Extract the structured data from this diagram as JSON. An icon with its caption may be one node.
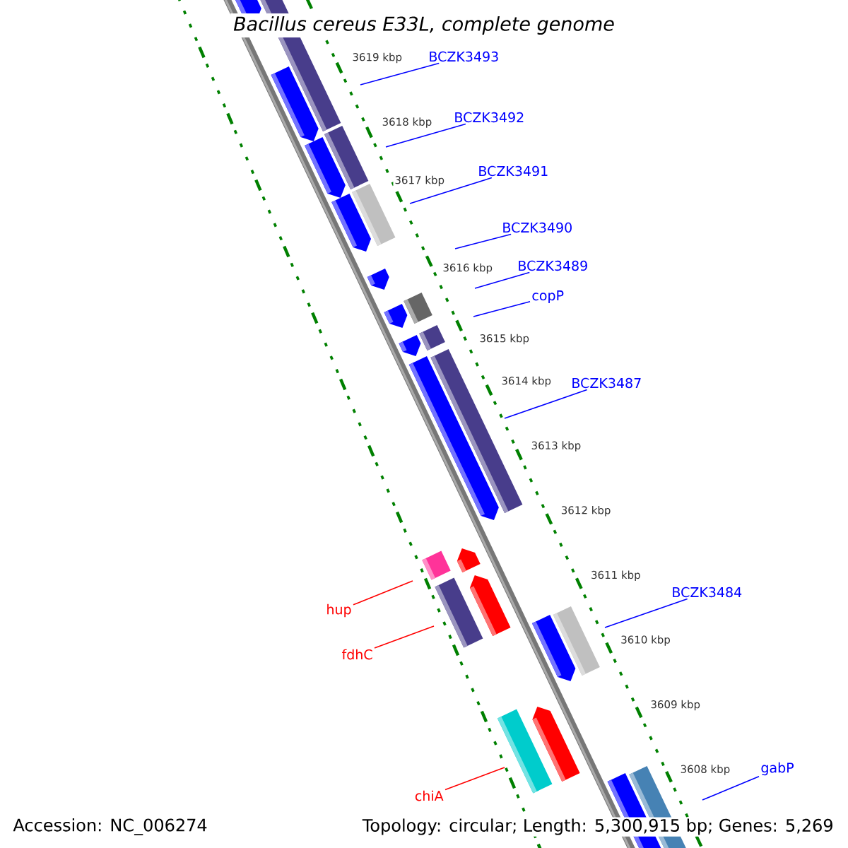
{
  "diagram": {
    "title": "Bacillus cereus E33L, complete genome",
    "nodes": [
      {
        "text": [
          "BCZK3493"
        ]
      },
      {
        "text": [
          "BCZK3492"
        ]
      },
      {
        "text": [
          "BCZK3491"
        ]
      },
      {
        "text": [
          "BCZK3490"
        ]
      },
      {
        "text": [
          "BCZK3489"
        ]
      },
      {
        "text": [
          "copP"
        ]
      },
      {
        "text": [
          "BCZK3487"
        ]
      },
      {
        "text": [
          "BCZK3484"
        ]
      },
      {
        "text": [
          "hup"
        ]
      },
      {
        "text": [
          "fdhC"
        ]
      },
      {
        "text": [
          "gabP"
        ]
      },
      {
        "text": [
          "chiA"
        ]
      }
    ],
    "edges": [
      {
        "from": 0,
        "to": null,
        "arrow": "none"
      },
      {
        "from": 1,
        "to": null,
        "arrow": "none"
      },
      {
        "from": 2,
        "to": null,
        "arrow": "none"
      },
      {
        "from": 3,
        "to": null,
        "arrow": "none"
      },
      {
        "from": 4,
        "to": null,
        "arrow": "none"
      },
      {
        "from": 5,
        "to": null,
        "arrow": "none"
      },
      {
        "from": 6,
        "to": null,
        "arrow": "none"
      },
      {
        "from": 7,
        "to": null,
        "arrow": "none"
      },
      {
        "from": 8,
        "to": null,
        "arrow": "none",
        "color": "#ff0000"
      },
      {
        "from": 9,
        "to": null,
        "arrow": "none",
        "color": "#ff0000"
      },
      {
        "from": 10,
        "to": null,
        "arrow": "none"
      },
      {
        "from": 11,
        "to": null,
        "arrow": "none",
        "color": "#ff0000"
      }
    ],
    "labels": [
      "3619 kbp",
      "3618 kbp",
      "3617 kbp",
      "3616 kbp",
      "3615 kbp",
      "3614 kbp",
      "3613 kbp",
      "3612 kbp",
      "3611 kbp",
      "3610 kbp",
      "3609 kbp",
      "3608 kbp",
      "Accession: NC_006274",
      "Topology: circular; Length: 5,300,915 bp; Genes: 5,269"
    ]
  }
}
